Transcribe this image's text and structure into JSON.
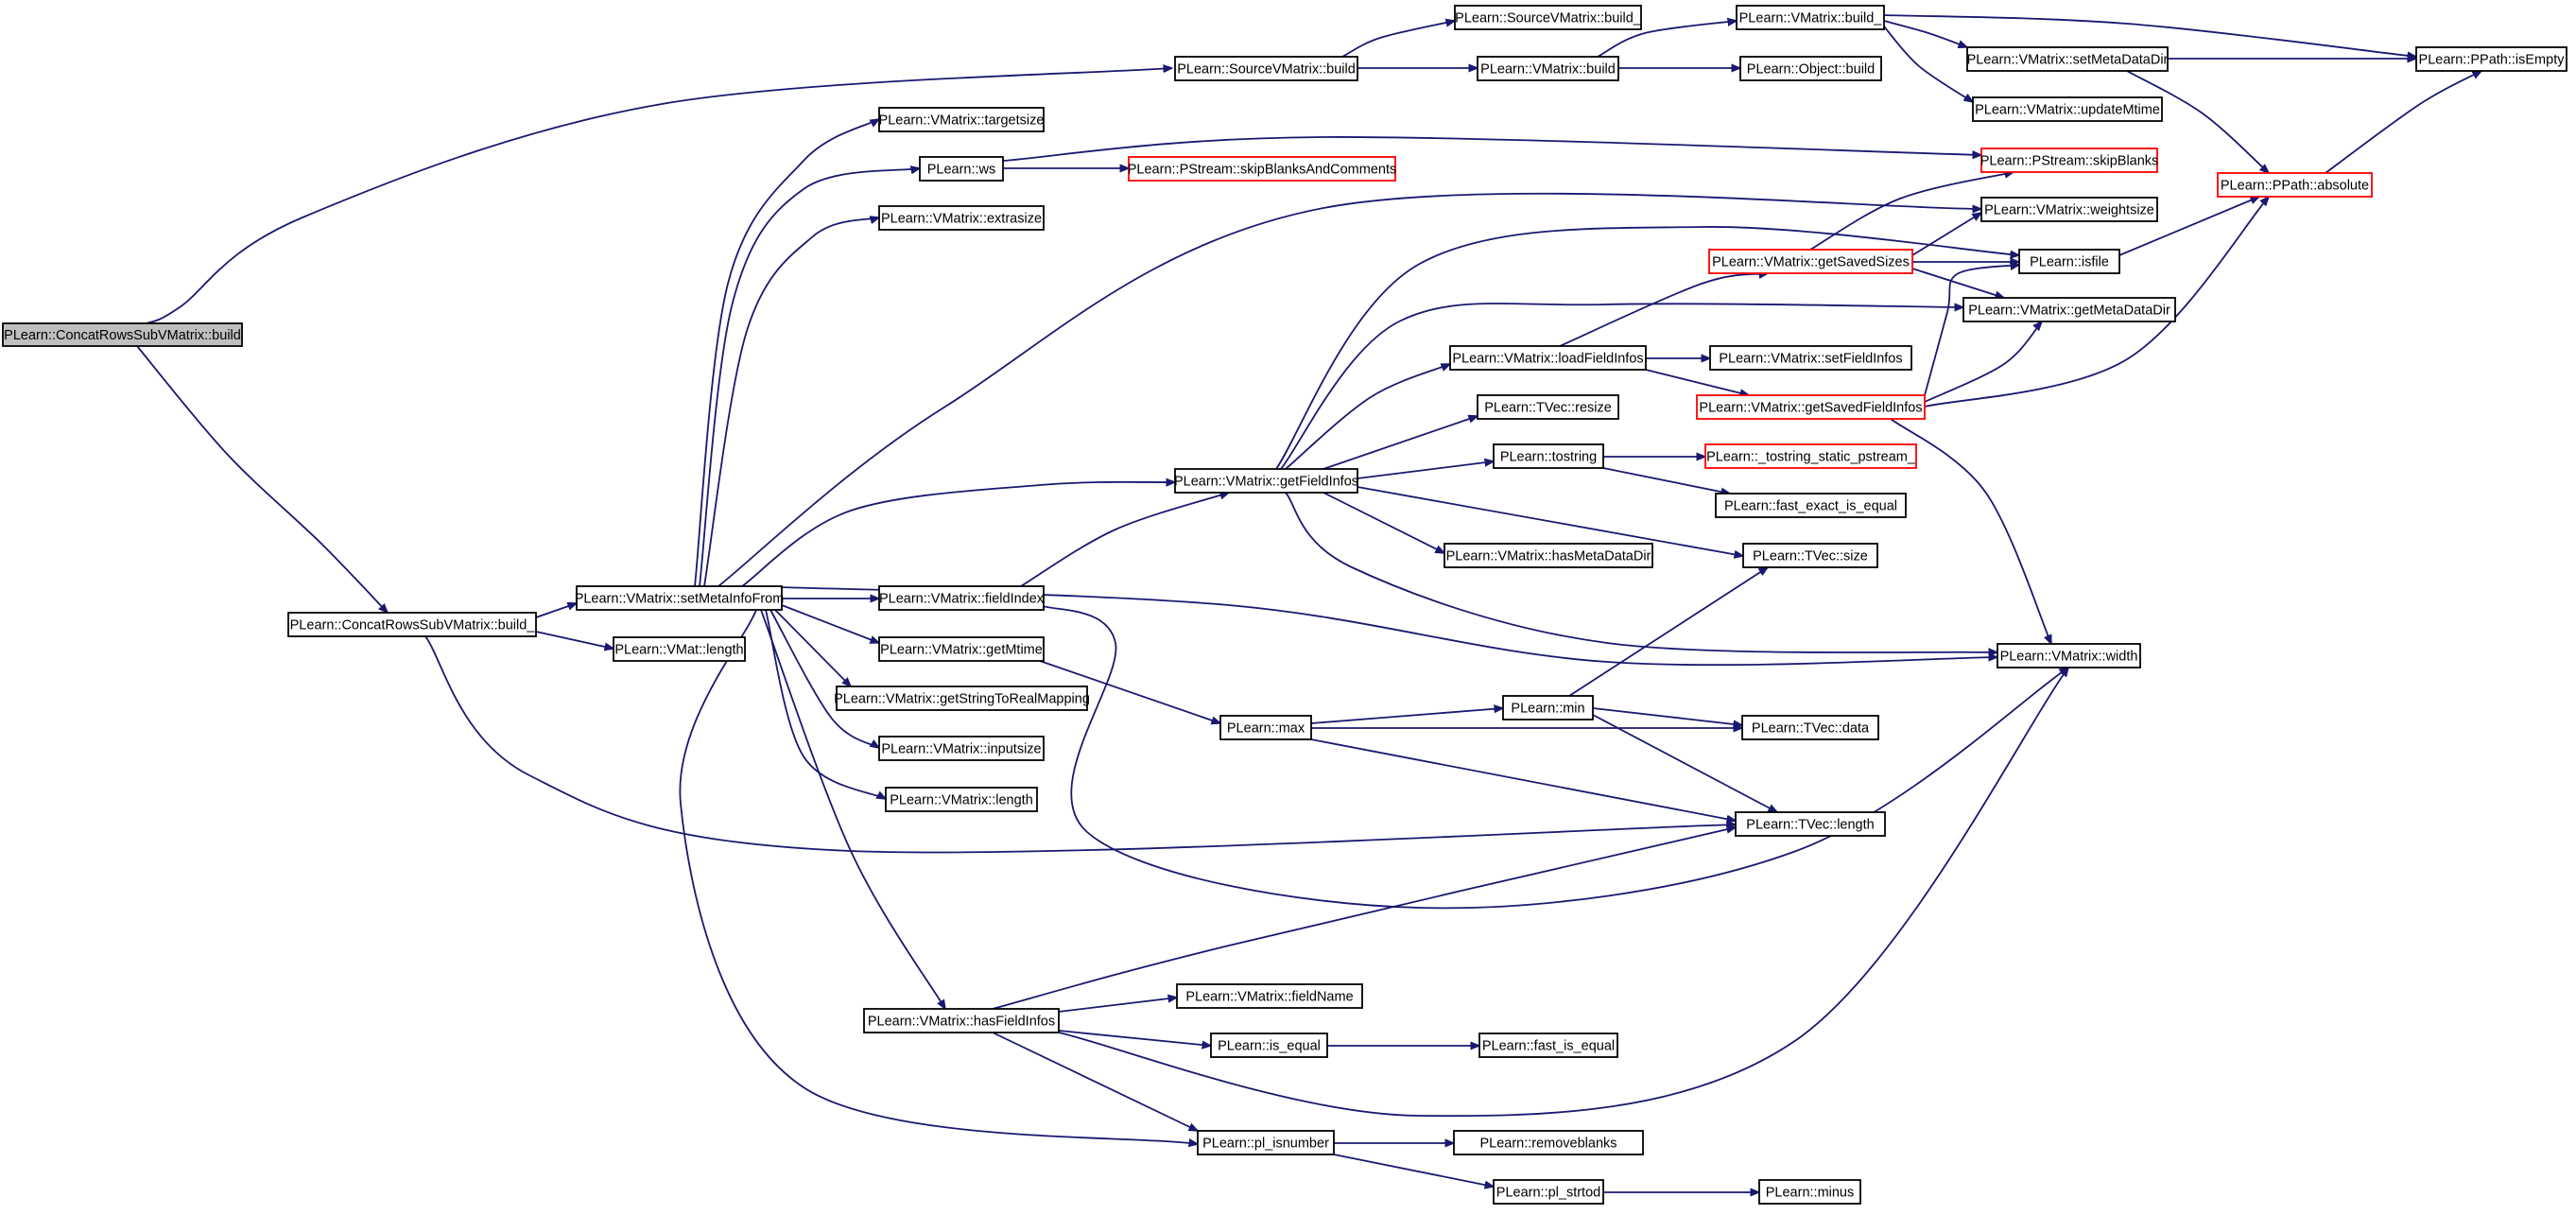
{
  "diagram": {
    "type": "call-graph",
    "root": "n0",
    "colors": {
      "edge": "#191970",
      "node_border": "#000000",
      "node_border_truncated": "#ff0000",
      "root_fill": "#bfbfbf",
      "node_fill": "#ffffff"
    },
    "nodes": [
      {
        "id": "n0",
        "label": "PLearn::ConcatRowsSubVMatrix::build",
        "style": "root"
      },
      {
        "id": "n1",
        "label": "PLearn::SourceVMatrix::build",
        "style": "normal"
      },
      {
        "id": "n2",
        "label": "PLearn::SourceVMatrix::build_",
        "style": "normal"
      },
      {
        "id": "n3",
        "label": "PLearn::VMatrix::build",
        "style": "normal"
      },
      {
        "id": "n4",
        "label": "PLearn::VMatrix::build_",
        "style": "normal"
      },
      {
        "id": "n5",
        "label": "PLearn::Object::build",
        "style": "normal"
      },
      {
        "id": "n6",
        "label": "PLearn::VMatrix::setMetaDataDir",
        "style": "normal"
      },
      {
        "id": "n7",
        "label": "PLearn::VMatrix::updateMtime",
        "style": "normal"
      },
      {
        "id": "n8",
        "label": "PLearn::PPath::isEmpty",
        "style": "normal"
      },
      {
        "id": "n9",
        "label": "PLearn::PPath::absolute",
        "style": "truncated"
      },
      {
        "id": "n10",
        "label": "PLearn::ConcatRowsSubVMatrix::build_",
        "style": "normal"
      },
      {
        "id": "n11",
        "label": "PLearn::VMatrix::setMetaInfoFrom",
        "style": "normal"
      },
      {
        "id": "n12",
        "label": "PLearn::VMat::length",
        "style": "normal"
      },
      {
        "id": "n13",
        "label": "PLearn::VMatrix::targetsize",
        "style": "normal"
      },
      {
        "id": "n14",
        "label": "PLearn::ws",
        "style": "normal"
      },
      {
        "id": "n15",
        "label": "PLearn::PStream::skipBlanksAndComments",
        "style": "truncated"
      },
      {
        "id": "n16",
        "label": "PLearn::VMatrix::extrasize",
        "style": "normal"
      },
      {
        "id": "n17",
        "label": "PLearn::VMatrix::getFieldInfos",
        "style": "normal"
      },
      {
        "id": "n18",
        "label": "PLearn::VMatrix::fieldIndex",
        "style": "normal"
      },
      {
        "id": "n19",
        "label": "PLearn::VMatrix::getMtime",
        "style": "normal"
      },
      {
        "id": "n20",
        "label": "PLearn::VMatrix::getStringToRealMapping",
        "style": "normal"
      },
      {
        "id": "n21",
        "label": "PLearn::VMatrix::inputsize",
        "style": "normal"
      },
      {
        "id": "n22",
        "label": "PLearn::VMatrix::length",
        "style": "normal"
      },
      {
        "id": "n23",
        "label": "PLearn::VMatrix::hasFieldInfos",
        "style": "normal"
      },
      {
        "id": "n24",
        "label": "PLearn::pl_isnumber",
        "style": "normal"
      },
      {
        "id": "n25",
        "label": "PLearn::PStream::skipBlanks",
        "style": "truncated"
      },
      {
        "id": "n26",
        "label": "PLearn::VMatrix::weightsize",
        "style": "normal"
      },
      {
        "id": "n27",
        "label": "PLearn::VMatrix::getSavedSizes",
        "style": "truncated"
      },
      {
        "id": "n28",
        "label": "PLearn::isfile",
        "style": "normal"
      },
      {
        "id": "n29",
        "label": "PLearn::VMatrix::getMetaDataDir",
        "style": "normal"
      },
      {
        "id": "n30",
        "label": "PLearn::VMatrix::loadFieldInfos",
        "style": "normal"
      },
      {
        "id": "n31",
        "label": "PLearn::VMatrix::setFieldInfos",
        "style": "normal"
      },
      {
        "id": "n32",
        "label": "PLearn::VMatrix::getSavedFieldInfos",
        "style": "truncated"
      },
      {
        "id": "n33",
        "label": "PLearn::TVec::resize",
        "style": "normal"
      },
      {
        "id": "n34",
        "label": "PLearn::tostring",
        "style": "normal"
      },
      {
        "id": "n35",
        "label": "PLearn::_tostring_static_pstream_",
        "style": "truncated"
      },
      {
        "id": "n36",
        "label": "PLearn::fast_exact_is_equal",
        "style": "normal"
      },
      {
        "id": "n37",
        "label": "PLearn::VMatrix::hasMetaDataDir",
        "style": "normal"
      },
      {
        "id": "n38",
        "label": "PLearn::TVec::size",
        "style": "normal"
      },
      {
        "id": "n39",
        "label": "PLearn::VMatrix::width",
        "style": "normal"
      },
      {
        "id": "n40",
        "label": "PLearn::max",
        "style": "normal"
      },
      {
        "id": "n41",
        "label": "PLearn::min",
        "style": "normal"
      },
      {
        "id": "n42",
        "label": "PLearn::TVec::data",
        "style": "normal"
      },
      {
        "id": "n43",
        "label": "PLearn::TVec::length",
        "style": "normal"
      },
      {
        "id": "n44",
        "label": "PLearn::VMatrix::fieldName",
        "style": "normal"
      },
      {
        "id": "n45",
        "label": "PLearn::is_equal",
        "style": "normal"
      },
      {
        "id": "n46",
        "label": "PLearn::fast_is_equal",
        "style": "normal"
      },
      {
        "id": "n47",
        "label": "PLearn::removeblanks",
        "style": "normal"
      },
      {
        "id": "n48",
        "label": "PLearn::pl_strtod",
        "style": "normal"
      },
      {
        "id": "n49",
        "label": "PLearn::minus",
        "style": "normal"
      }
    ],
    "edges": [
      {
        "from": "n0",
        "to": "n1"
      },
      {
        "from": "n0",
        "to": "n10"
      },
      {
        "from": "n1",
        "to": "n2"
      },
      {
        "from": "n1",
        "to": "n3"
      },
      {
        "from": "n3",
        "to": "n4"
      },
      {
        "from": "n3",
        "to": "n5"
      },
      {
        "from": "n4",
        "to": "n6"
      },
      {
        "from": "n4",
        "to": "n7"
      },
      {
        "from": "n4",
        "to": "n8"
      },
      {
        "from": "n6",
        "to": "n8"
      },
      {
        "from": "n6",
        "to": "n9"
      },
      {
        "from": "n9",
        "to": "n8"
      },
      {
        "from": "n10",
        "to": "n11"
      },
      {
        "from": "n10",
        "to": "n12"
      },
      {
        "from": "n10",
        "to": "n43"
      },
      {
        "from": "n11",
        "to": "n13"
      },
      {
        "from": "n11",
        "to": "n14"
      },
      {
        "from": "n11",
        "to": "n16"
      },
      {
        "from": "n11",
        "to": "n26"
      },
      {
        "from": "n11",
        "to": "n17"
      },
      {
        "from": "n11",
        "to": "n18"
      },
      {
        "from": "n11",
        "to": "n39"
      },
      {
        "from": "n11",
        "to": "n19"
      },
      {
        "from": "n11",
        "to": "n20"
      },
      {
        "from": "n11",
        "to": "n21"
      },
      {
        "from": "n11",
        "to": "n22"
      },
      {
        "from": "n11",
        "to": "n23"
      },
      {
        "from": "n11",
        "to": "n24"
      },
      {
        "from": "n14",
        "to": "n15"
      },
      {
        "from": "n14",
        "to": "n25"
      },
      {
        "from": "n17",
        "to": "n28"
      },
      {
        "from": "n17",
        "to": "n29"
      },
      {
        "from": "n17",
        "to": "n30"
      },
      {
        "from": "n17",
        "to": "n33"
      },
      {
        "from": "n17",
        "to": "n34"
      },
      {
        "from": "n17",
        "to": "n37"
      },
      {
        "from": "n17",
        "to": "n38"
      },
      {
        "from": "n17",
        "to": "n39"
      },
      {
        "from": "n18",
        "to": "n17"
      },
      {
        "from": "n18",
        "to": "n39"
      },
      {
        "from": "n19",
        "to": "n40"
      },
      {
        "from": "n23",
        "to": "n43"
      },
      {
        "from": "n23",
        "to": "n44"
      },
      {
        "from": "n23",
        "to": "n45"
      },
      {
        "from": "n23",
        "to": "n24"
      },
      {
        "from": "n23",
        "to": "n39"
      },
      {
        "from": "n24",
        "to": "n47"
      },
      {
        "from": "n24",
        "to": "n48"
      },
      {
        "from": "n48",
        "to": "n49"
      },
      {
        "from": "n45",
        "to": "n46"
      },
      {
        "from": "n40",
        "to": "n41"
      },
      {
        "from": "n40",
        "to": "n42"
      },
      {
        "from": "n40",
        "to": "n43"
      },
      {
        "from": "n41",
        "to": "n38"
      },
      {
        "from": "n41",
        "to": "n42"
      },
      {
        "from": "n41",
        "to": "n43"
      },
      {
        "from": "n34",
        "to": "n35"
      },
      {
        "from": "n34",
        "to": "n36"
      },
      {
        "from": "n30",
        "to": "n27"
      },
      {
        "from": "n30",
        "to": "n31"
      },
      {
        "from": "n30",
        "to": "n32"
      },
      {
        "from": "n27",
        "to": "n25"
      },
      {
        "from": "n27",
        "to": "n26"
      },
      {
        "from": "n27",
        "to": "n28"
      },
      {
        "from": "n27",
        "to": "n29"
      },
      {
        "from": "n32",
        "to": "n28"
      },
      {
        "from": "n32",
        "to": "n29"
      },
      {
        "from": "n32",
        "to": "n9"
      },
      {
        "from": "n32",
        "to": "n39"
      },
      {
        "from": "n28",
        "to": "n9"
      }
    ]
  }
}
